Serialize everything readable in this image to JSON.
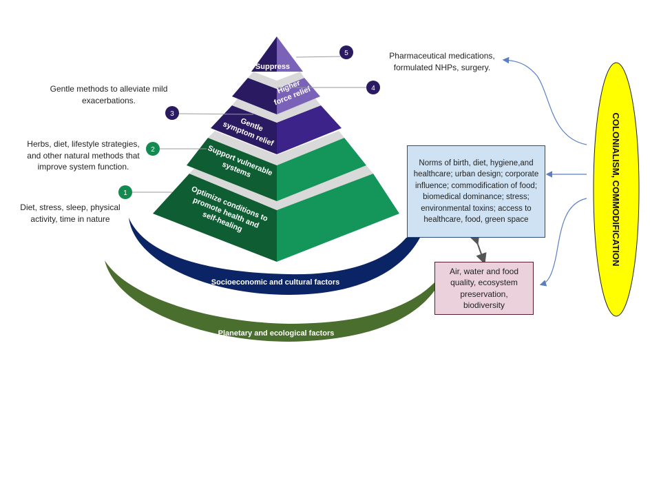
{
  "colors": {
    "purple_dark": "#2a1a62",
    "purple_mid": "#3b2389",
    "purple_light": "#7a62b8",
    "green_dark": "#0f5e33",
    "green_mid": "#14955a",
    "gap_gray": "#d9d9d9",
    "socio_arc": "#0b2466",
    "planet_arc": "#4a6e2d",
    "norms_box_bg": "#cfe2f3",
    "norms_box_border": "#2a4a78",
    "env_box_bg": "#ead1dc",
    "env_box_border": "#5a1a2e",
    "oval_fill": "#ffff00",
    "arrow_blue": "#5a7ec4"
  },
  "pyramid": {
    "tiers": [
      {
        "level": 5,
        "label_lines": [
          "Suppress"
        ],
        "badge": "5",
        "description": "Pharmaceutical medications, formulated NHPs, surgery."
      },
      {
        "level": 4,
        "label_lines": [
          "Higher",
          "force relief"
        ],
        "badge": "4",
        "description": ""
      },
      {
        "level": 3,
        "label_lines": [
          "Gentle",
          "symptom relief"
        ],
        "badge": "3",
        "description": "Gentle methods to alleviate mild exacerbations."
      },
      {
        "level": 2,
        "label_lines": [
          "Support vulnerable",
          "systems"
        ],
        "badge": "2",
        "description": "Herbs, diet, lifestyle strategies, and other natural methods that improve system function."
      },
      {
        "level": 1,
        "label_lines": [
          "Optimize conditions to",
          "promote health and",
          "self-healing"
        ],
        "badge": "1",
        "description": "Diet, stress, sleep, physical activity,  time in nature"
      }
    ]
  },
  "arcs": {
    "socioeconomic": "Socioeconomic and cultural factors",
    "planetary": "Planetary and ecological factors"
  },
  "boxes": {
    "norms": "Norms of birth, diet, hygiene,and healthcare;  urban design; corporate influence; commodification of food; biomedical dominance;  stress; environmental toxins; access to healthcare, food, green space",
    "environment": "Air, water and food quality, ecosystem preservation, biodiversity"
  },
  "oval": {
    "label": "COLONIALISM, COMMODIFICATION"
  }
}
